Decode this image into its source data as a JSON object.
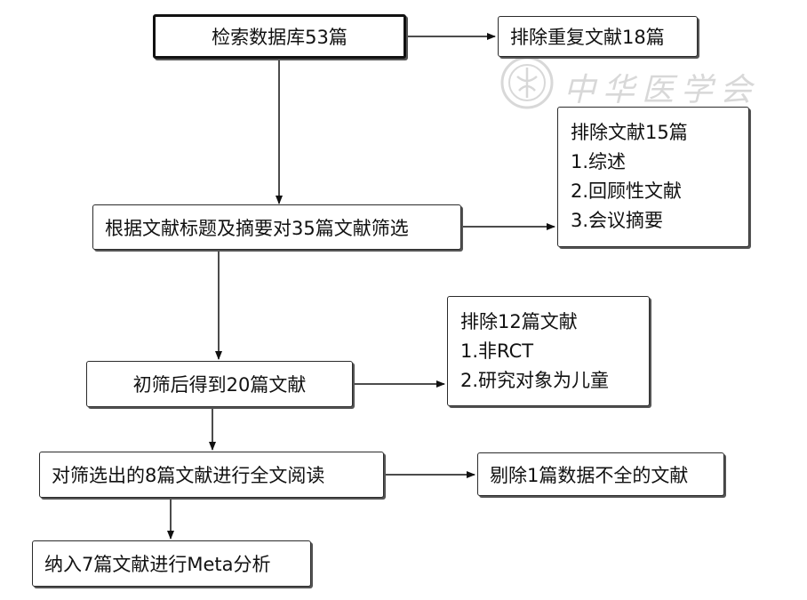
{
  "watermark": {
    "text": "中华医学会"
  },
  "nodes": {
    "search": "检索数据库53篇",
    "dup": "排除重复文献18篇",
    "screen": "根据文献标题及摘要对35篇文献筛选",
    "excl15": [
      "排除文献15篇",
      "1.综述",
      "2.回顾性文献",
      "3.会议摘要"
    ],
    "initial": "初筛后得到20篇文献",
    "excl12": [
      "排除12篇文献",
      "1.非RCT",
      "2.研究对象为儿童"
    ],
    "fulltext": "对筛选出的8篇文献进行全文阅读",
    "incomplete": "剔除1篇数据不全的文献",
    "meta": "纳入7篇文献进行Meta分析"
  }
}
